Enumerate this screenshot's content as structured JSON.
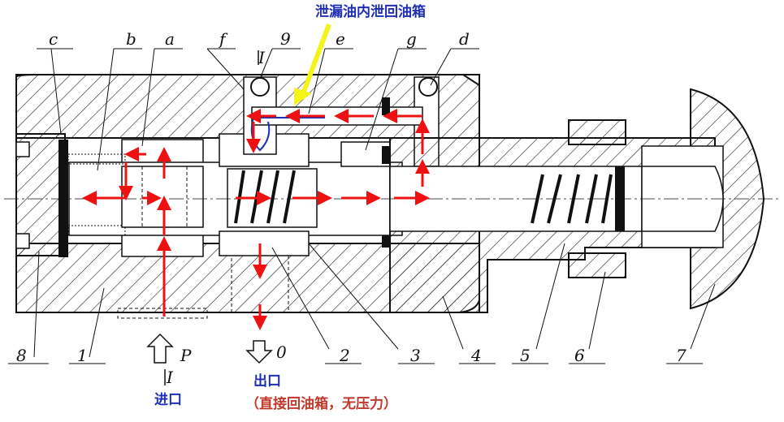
{
  "top_note": "泄漏油内泄回油箱",
  "letters": {
    "c": "c",
    "b": "b",
    "a": "a",
    "f": "f",
    "nine": "9",
    "e": "e",
    "g": "g",
    "d": "d"
  },
  "section_mark_top": "I",
  "section_mark_bottom": "I",
  "numbers": {
    "n8": "8",
    "n1": "1",
    "n2": "2",
    "n3": "3",
    "n4": "4",
    "n5": "5",
    "n6": "6",
    "n7": "7"
  },
  "port_p": "P",
  "port_o": "0",
  "inlet_label": "进口",
  "outlet_label": "出口",
  "outlet_note": "（直接回油箱，无压力）",
  "colors": {
    "flow_arrow": "#ee1111",
    "leak_arrow": "#f4f41a",
    "blue_text": "#1f2fb5",
    "red_text": "#c0392b"
  }
}
